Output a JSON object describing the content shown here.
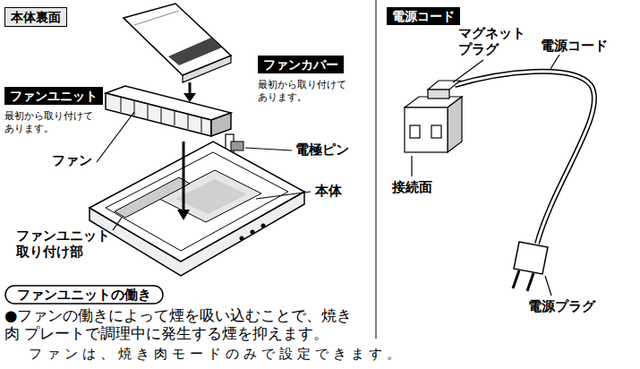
{
  "diagram": {
    "nodes": [
      {
        "text": [
          "本体裏面"
        ]
      },
      {
        "text": [
          "ファンカバー",
          "最初から取り付けて あります。"
        ]
      },
      {
        "text": [
          "ファンユニット",
          "最初から取り付けて あります。"
        ]
      },
      {
        "text": [
          "ファンユニットの働き"
        ]
      },
      {
        "text": [
          "電源コード"
        ]
      }
    ],
    "labels": [
      "ファン",
      "電極ピン",
      "本体",
      "ファンユニット 取り付け部",
      "●ファンの働きによって煙を吸い込むことで、焼き肉 プレートで調理中に発生する煙を抑えます。",
      "ファンは、焼き肉モードのみで設定できます。",
      "マグネット プラグ",
      "電源コード",
      "接続面",
      "電源プラグ"
    ]
  }
}
